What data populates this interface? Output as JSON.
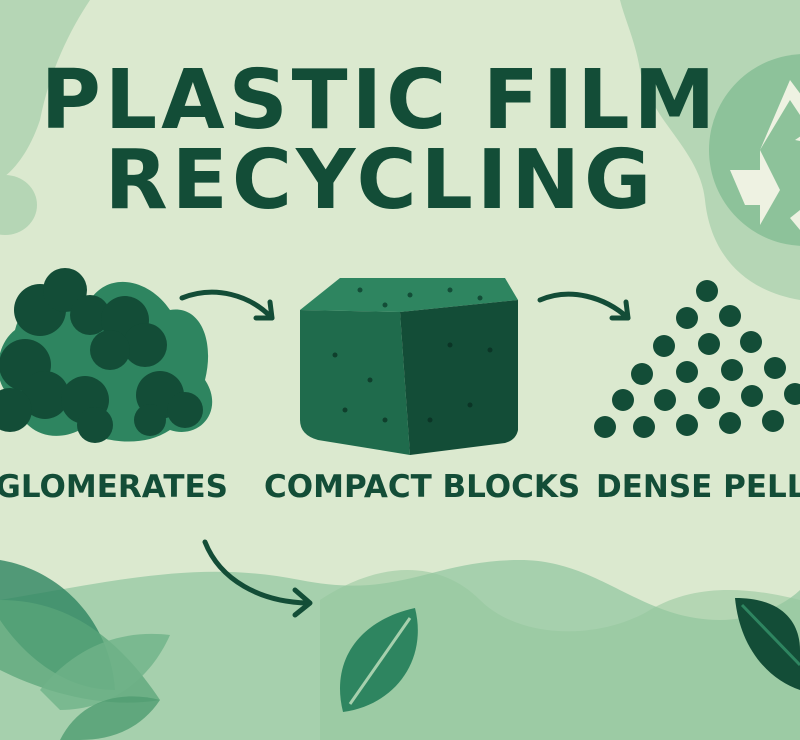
{
  "title": {
    "line1": "PLASTIC FILM",
    "line2": "RECYCLING"
  },
  "stages": [
    {
      "label": "AGGLOMERATES",
      "icon": "agglomerate-clumps-icon"
    },
    {
      "label": "COMPACT BLOCKS",
      "icon": "compact-block-icon"
    },
    {
      "label": "DENSE PELLETS",
      "icon": "pellet-pyramid-icon"
    }
  ],
  "decor": {
    "recycle": "recycle-icon",
    "leaves": "leaf-icon"
  },
  "colors": {
    "background": "#dbe9cf",
    "dark_green": "#134d37",
    "mid_green": "#2e8560",
    "light_green": "#a6d0ad",
    "cream": "#eef2e2"
  }
}
